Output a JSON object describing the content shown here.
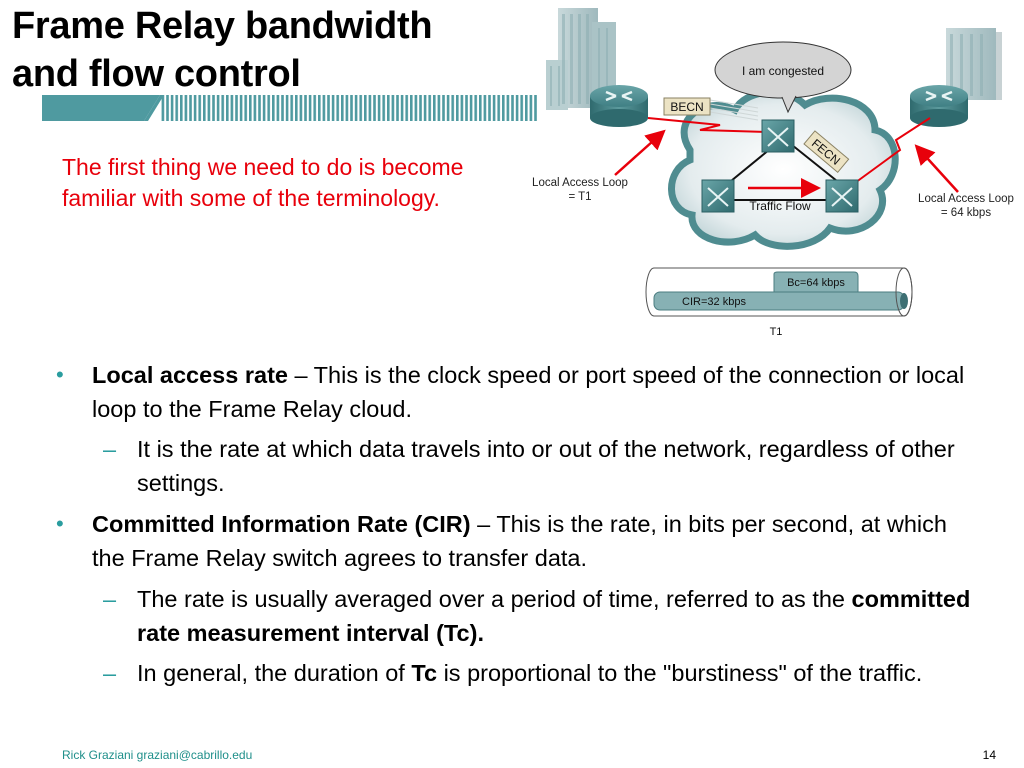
{
  "slide": {
    "title_line1": "Frame Relay bandwidth",
    "title_line2": "and flow control",
    "subtitle": "The first thing we need to do is become familiar with some of the terminology.",
    "accent_color": "#2a9d9f",
    "subtitle_color": "#e8000b"
  },
  "diagram": {
    "speech_bubble": "I am congested",
    "becn_label": "BECN",
    "fecn_label": "FECN",
    "traffic_flow_label": "Traffic Flow",
    "left_loop_label_line1": "Local Access Loop",
    "left_loop_label_line2": "= T1",
    "right_loop_label_line1": "Local Access Loop",
    "right_loop_label_line2": "= 64 kbps",
    "pipe": {
      "bc_label": "Bc=64 kbps",
      "cir_label": "CIR=32 kbps",
      "pipe_label": "T1"
    }
  },
  "bullets": [
    {
      "term": "Local access rate",
      "text": " – This is the clock speed or port speed of the connection or local loop to the Frame Relay cloud.",
      "subs": [
        {
          "pre": "It is the rate at which data travels into or out of the network, regardless of other settings.",
          "bold": "",
          "post": ""
        }
      ]
    },
    {
      "term": "Committed Information Rate (CIR)",
      "text": " – This is the rate, in bits per second, at which the Frame Relay switch agrees to transfer data.",
      "subs": [
        {
          "pre": "The rate is usually averaged over a period of time, referred to as the ",
          "bold": "committed rate measurement interval (Tc).",
          "post": ""
        },
        {
          "pre": "In general, the duration of ",
          "bold": "Tc",
          "post": " is proportional to the \"burstiness\" of the traffic."
        }
      ]
    }
  ],
  "bullet_marker": "•",
  "sub_marker": "–",
  "footer": {
    "author": "Rick Graziani  graziani@cabrillo.edu",
    "page_number": "14"
  }
}
